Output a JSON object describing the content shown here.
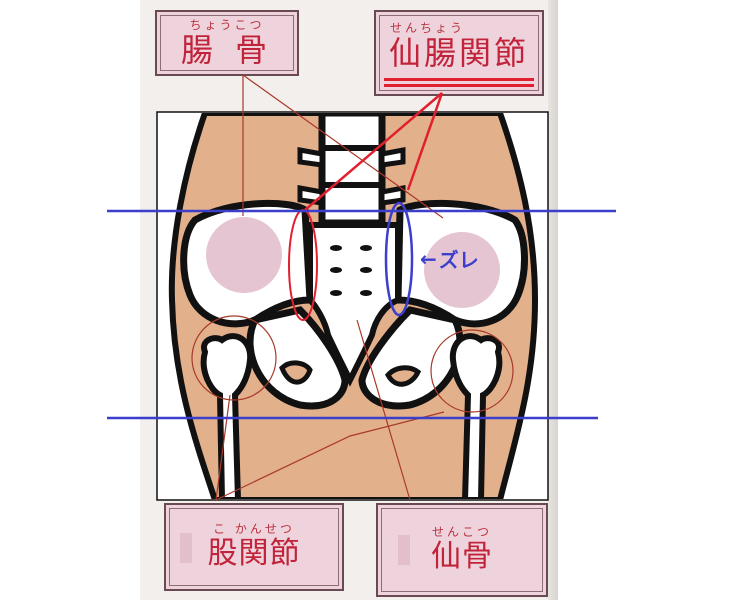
{
  "labels": {
    "ilium": {
      "ruby": "ちょうこつ",
      "main": "腸 骨"
    },
    "sacroiliac": {
      "ruby": "せんちょう",
      "main": "仙腸関節"
    },
    "hip_joint": {
      "ruby": "こ かんせつ",
      "main": "股関節"
    },
    "sacrum": {
      "ruby": "せんこつ",
      "main": "仙骨"
    }
  },
  "annotation": {
    "arrow": "←",
    "text": "ズレ"
  },
  "colors": {
    "skin": "#e3b08c",
    "bone": "#ffffff",
    "outline": "#111111",
    "pink_circle": "#e6c5d3",
    "label_bg": "#efd3dc",
    "label_text": "#c0233a",
    "red_marker": "#e0202e",
    "blue_marker": "#3b3fcc",
    "leader_line": "#a8392a"
  }
}
